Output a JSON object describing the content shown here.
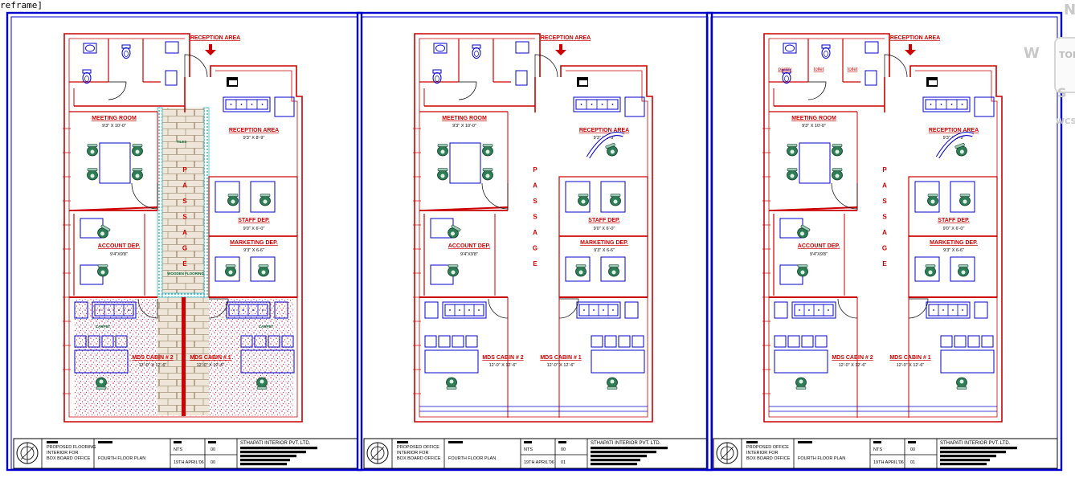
{
  "viewport_label": "reframe]",
  "viewcube": {
    "north": "N",
    "west": "W",
    "top": "TOP",
    "south": "S",
    "wcs": "WCS"
  },
  "sheets": [
    {
      "variant": "flooring",
      "labels": {
        "reception_arrow": "RECEPTION AREA",
        "meeting_room": "MEETING ROOM",
        "meeting_dim": "9'3\" X 10'-0\"",
        "reception_area": "RECEPTION AREA",
        "reception_dim": "9'3\" X 8'-9\"",
        "passage": "PASSAGE",
        "tiles": "TILES",
        "wooden_flooring": "WOODEN FLOORING",
        "staff_dep": "STAFF DEP.",
        "staff_dim": "9'0\" X 6'-0\"",
        "account_dep": "ACCOUNT DEP.",
        "account_dim": "9'4\"X9'8\"",
        "marketing_dep": "MARKETING DEP.",
        "marketing_dim": "9'3\" X 6-6\"",
        "carpet": "CARPET",
        "mds_cabin_2": "MDS CABIN # 2",
        "mds2_dim": "12'-0\" X 12'-6\"",
        "mds_cabin_1": "MDS CABIN # 1",
        "mds1_dim": "12'-0\" X 12'-6\""
      },
      "title_block": {
        "project_lines": [
          "PROPOSED FLOORING",
          "INTERIOR FOR",
          "BOX BOARD OFFICE"
        ],
        "drawing_title": "FOURTH FLOOR PLAN",
        "scale": "NTS",
        "date": "19TH APRIL'06",
        "sheet_top": "00",
        "sheet_bottom": "00",
        "company": "STHAPATI INTERIOR PVT. LTD."
      }
    },
    {
      "variant": "office",
      "labels": {
        "reception_arrow": "RECEPTION AREA",
        "meeting_room": "MEETING ROOM",
        "meeting_dim": "9'3\" X 10'-0\"",
        "reception_area": "RECEPTION AREA",
        "reception_dim": "9'3\" X 8'-9\"",
        "passage": "PASSAGE",
        "staff_dep": "STAFF DEP.",
        "staff_dim": "9'0\" X 6'-0\"",
        "account_dep": "ACCOUNT DEP.",
        "account_dim": "9'4\"X9'8\"",
        "marketing_dep": "MARKETING DEP.",
        "marketing_dim": "9'3\" X 6-6\"",
        "mds_cabin_2": "MDS CABIN # 2",
        "mds2_dim": "12'-0\" X 12'-6\"",
        "mds_cabin_1": "MDS CABIN # 1",
        "mds1_dim": "12'-0\" X 12'-6\""
      },
      "title_block": {
        "project_lines": [
          "PROPOSED OFFICE",
          "INTERIOR FOR",
          "BOX BOARD OFFICE"
        ],
        "drawing_title": "FOURTH FLOOR PLAN",
        "scale": "NTS",
        "date": "19TH APRIL'06",
        "sheet_top": "00",
        "sheet_bottom": "01",
        "company": "STHAPATI INTERIOR PVT. LTD."
      }
    },
    {
      "variant": "labelled",
      "labels": {
        "reception_arrow": "RECEPTION AREA",
        "pantry": "pantry",
        "toilet_1": "toilet",
        "toilet_2": "toilet",
        "meeting_room": "MEETING ROOM",
        "meeting_dim": "9'3\" X 10'-0\"",
        "reception_area": "RECEPTION AREA",
        "reception_dim": "9'3\" X 8'-9\"",
        "passage": "PASSAGE",
        "staff_dep": "STAFF DEP.",
        "staff_dim": "9'0\" X 6'-0\"",
        "account_dep": "ACCOUNT DEP.",
        "account_dim": "9'4\"X9'8\"",
        "marketing_dep": "MARKETING DEP.",
        "marketing_dim": "9'3\" X 6-6\"",
        "mds_cabin_2": "MDS CABIN # 2",
        "mds2_dim": "12'-0\" X 12'-6\"",
        "mds_cabin_1": "MDS CABIN # 1",
        "mds1_dim": "12'-0\" X 12'-6\""
      },
      "title_block": {
        "project_lines": [
          "PROPOSED OFFICE",
          "INTERIOR FOR",
          "BOX BOARD OFFICE"
        ],
        "drawing_title": "FOURTH FLOOR PLAN",
        "scale": "NTS",
        "date": "19TH APRIL'06",
        "sheet_top": "00",
        "sheet_bottom": "01",
        "company": "STHAPATI INTERIOR PVT. LTD."
      }
    }
  ],
  "colors": {
    "frame": "#0000cc",
    "wall": "#cc0000",
    "label": "#cc0000",
    "furniture": "#0000cc",
    "chair_green": "#2e7d55",
    "flooring_dots": "#cc2244",
    "tile_fill": "#efe6d9",
    "tile_line": "#a89680",
    "strip_cyan": "#00a0b0"
  }
}
